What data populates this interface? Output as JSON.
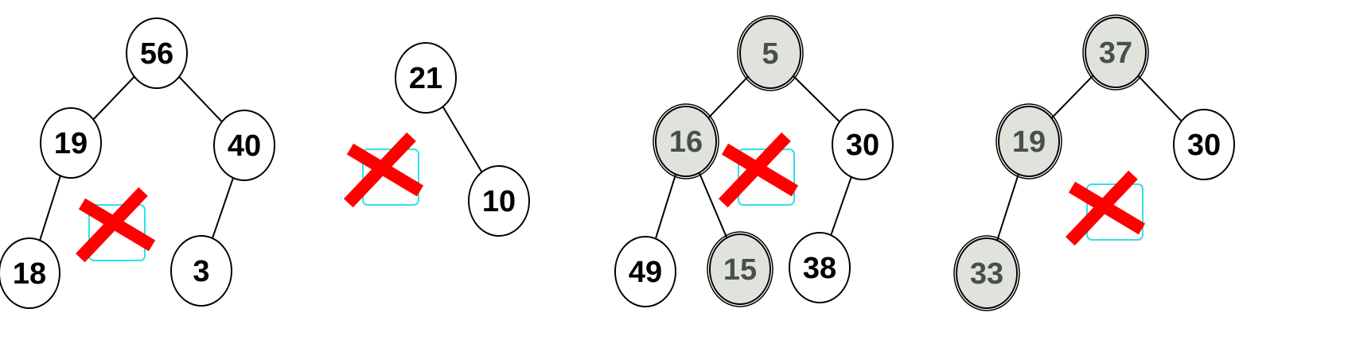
{
  "colors": {
    "node_stroke": "#000000",
    "node_fill": "#ffffff",
    "node_text": "#000000",
    "shaded_fill": "#dfe3dc",
    "shaded_text": "#4a4f4a",
    "cross": "#ff0000",
    "placeholder_box": "#33e0e8"
  },
  "trees": [
    {
      "id": "tree-1",
      "nodes": [
        {
          "id": "t1-n56",
          "label": "56",
          "shaded": false
        },
        {
          "id": "t1-n19",
          "label": "19",
          "shaded": false
        },
        {
          "id": "t1-n40",
          "label": "40",
          "shaded": false
        },
        {
          "id": "t1-n18",
          "label": "18",
          "shaded": false
        },
        {
          "id": "t1-n3",
          "label": "3",
          "shaded": false
        }
      ],
      "edges": [
        [
          "t1-n56",
          "t1-n19"
        ],
        [
          "t1-n56",
          "t1-n40"
        ],
        [
          "t1-n19",
          "t1-n18"
        ],
        [
          "t1-n40",
          "t1-n3"
        ]
      ],
      "missing_marker": "cross-icon"
    },
    {
      "id": "tree-2",
      "nodes": [
        {
          "id": "t2-n21",
          "label": "21",
          "shaded": false
        },
        {
          "id": "t2-n10",
          "label": "10",
          "shaded": false
        }
      ],
      "edges": [
        [
          "t2-n21",
          "t2-n10"
        ]
      ],
      "missing_marker": "cross-icon"
    },
    {
      "id": "tree-3",
      "nodes": [
        {
          "id": "t3-n5",
          "label": "5",
          "shaded": true
        },
        {
          "id": "t3-n16",
          "label": "16",
          "shaded": true
        },
        {
          "id": "t3-n30",
          "label": "30",
          "shaded": false
        },
        {
          "id": "t3-n49",
          "label": "49",
          "shaded": false
        },
        {
          "id": "t3-n15",
          "label": "15",
          "shaded": true
        },
        {
          "id": "t3-n38",
          "label": "38",
          "shaded": false
        }
      ],
      "edges": [
        [
          "t3-n5",
          "t3-n16"
        ],
        [
          "t3-n5",
          "t3-n30"
        ],
        [
          "t3-n16",
          "t3-n49"
        ],
        [
          "t3-n16",
          "t3-n15"
        ],
        [
          "t3-n30",
          "t3-n38"
        ]
      ],
      "missing_marker": "cross-icon"
    },
    {
      "id": "tree-4",
      "nodes": [
        {
          "id": "t4-n37",
          "label": "37",
          "shaded": true
        },
        {
          "id": "t4-n19",
          "label": "19",
          "shaded": true
        },
        {
          "id": "t4-n30",
          "label": "30",
          "shaded": false
        },
        {
          "id": "t4-n33",
          "label": "33",
          "shaded": true
        }
      ],
      "edges": [
        [
          "t4-n37",
          "t4-n19"
        ],
        [
          "t4-n37",
          "t4-n30"
        ],
        [
          "t4-n19",
          "t4-n33"
        ]
      ],
      "missing_marker": "cross-icon"
    }
  ]
}
